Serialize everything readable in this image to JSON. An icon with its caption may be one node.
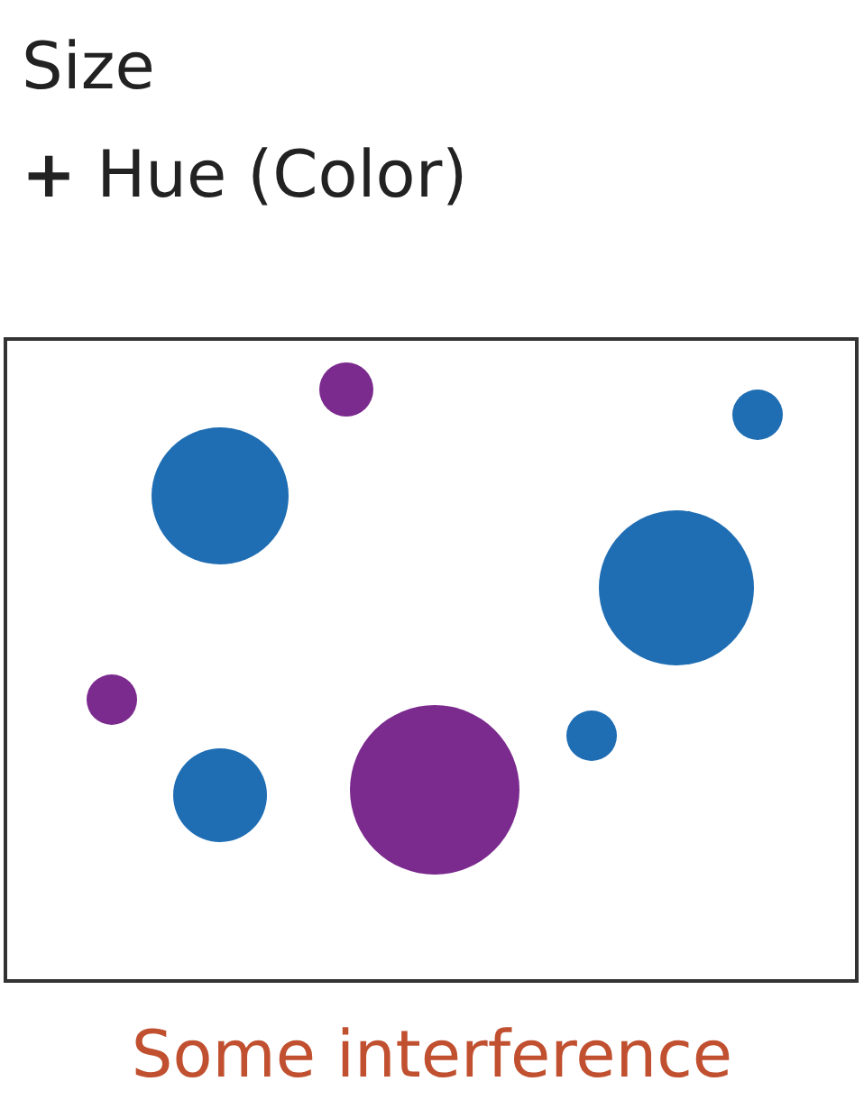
{
  "diagram": {
    "caption": "Some interference",
    "labels": [
      "Size",
      "**+** Hue (Color)"
    ]
  }
}
